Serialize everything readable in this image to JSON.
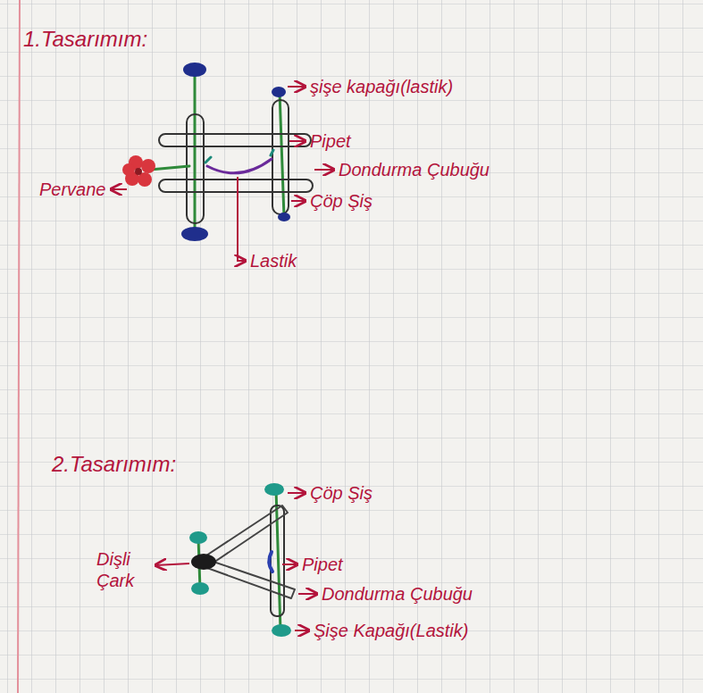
{
  "diagram": {
    "labels": [
      "1.Tasarımım:",
      "şişe kapağı(lastik)",
      "Pipet",
      "Dondurma Çubuğu",
      "Çöp Şiş",
      "Lastik",
      "Pervane",
      "2.Tasarımım:",
      "Çöp Şiş",
      "Pipet",
      "Dondurma Çubuğu",
      "Şişe Kapağı(Lastik)",
      "Dişli Çark"
    ]
  }
}
